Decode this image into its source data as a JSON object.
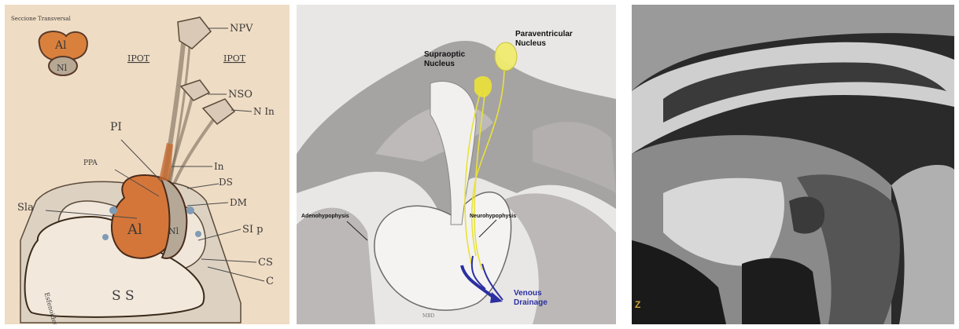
{
  "sketch": {
    "corner_note": "Seccione Transversal",
    "cross_section_labels": [
      "Al",
      "Nl"
    ],
    "labels": {
      "npv": "NPV",
      "ipot_left": "IPOT",
      "ipot_right": "IPOT",
      "nso": "NSO",
      "nin": "N In",
      "pi": "PI",
      "ppa": "PPA",
      "in": "In",
      "ds": "DS",
      "dm": "DM",
      "sla": "Sla",
      "slp": "SI p",
      "al": "Al",
      "nl": "Nl",
      "cs": "CS",
      "c": "C",
      "ss": "S S",
      "sinus_text": "Esfenoides"
    }
  },
  "illustration": {
    "supraoptic": "Supraoptic\nNucleus",
    "paraventricular": "Paraventricular\nNucleus",
    "adenohypophysis": "Adenohypophysis",
    "neurohypophysis": "Neurohypophysis",
    "venous": "Venous\nDrainage",
    "signature": "MBD",
    "colors": {
      "neural": "#e8e23a",
      "venous": "#2b2fa0"
    }
  },
  "mri": {
    "corner_mark": "Z"
  }
}
